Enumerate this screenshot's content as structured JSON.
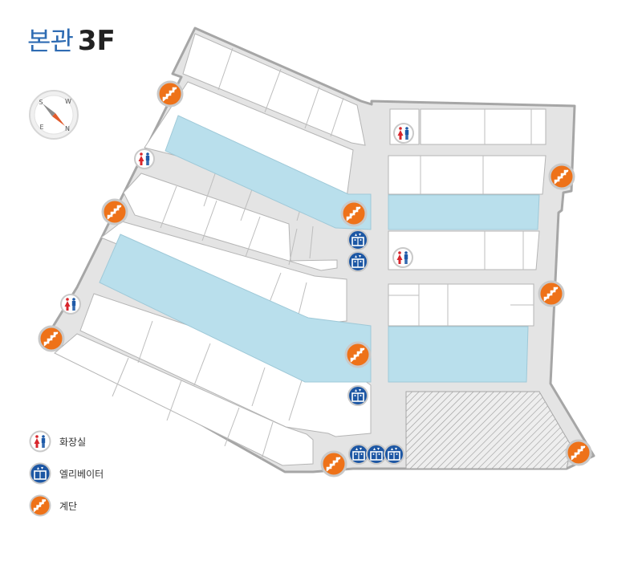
{
  "header": {
    "building": "본관",
    "floor": "3F"
  },
  "compass": {
    "icon": "compass-icon",
    "labels": [
      "S",
      "W",
      "E",
      "N"
    ]
  },
  "legend": [
    {
      "icon": "restroom-icon",
      "label": "화장실"
    },
    {
      "icon": "elevator-icon",
      "label": "엘리베이터"
    },
    {
      "icon": "stairs-icon",
      "label": "계단"
    }
  ],
  "colors": {
    "corridor": "#e3e3e3",
    "wall": "#a6a6a6",
    "highlight_zone": "#b9dfec",
    "restroom_male": "#1e5aa8",
    "restroom_female": "#d8262c",
    "elevator": "#1d57a4",
    "stairs": "#ee7219",
    "title_accent": "#2f6cb3"
  }
}
